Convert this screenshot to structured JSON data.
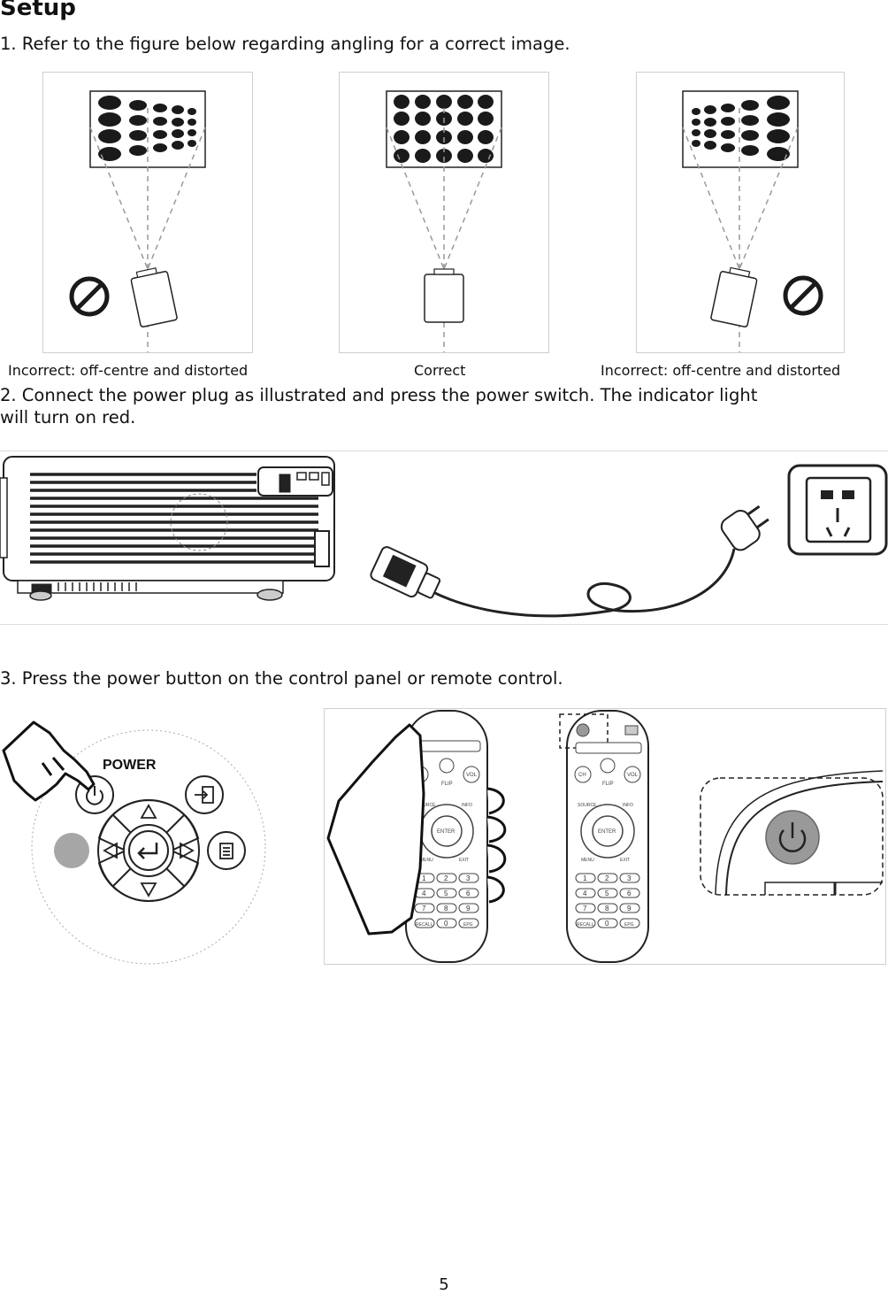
{
  "page": {
    "title": "Setup",
    "step1": "1. Refer to the figure below regarding angling for a correct image.",
    "step2_line1": "2. Connect the power plug as illustrated and press the power switch. The indicator light",
    "step2_line2": "will turn on red.",
    "step3": "3. Press the power button on the control panel or remote control.",
    "page_number": "5"
  },
  "figure1": {
    "captions": [
      "Incorrect: off-centre and distorted",
      "Correct",
      "Incorrect: off-centre and distorted"
    ]
  },
  "figure3": {
    "power_label": "POWER",
    "remote_labels": {
      "ch": "CH",
      "vol": "VOL",
      "flip": "FLIP",
      "source": "SOURCE",
      "info": "INFO",
      "enter": "ENTER",
      "menu": "MENU",
      "exit": "EXIT",
      "recall": "RECALL",
      "epg": "EPG",
      "digits": [
        "1",
        "2",
        "3",
        "4",
        "5",
        "6",
        "7",
        "8",
        "9",
        "0"
      ]
    }
  },
  "icons": [
    "prohibited-icon",
    "power-icon",
    "hand-pointer-icon",
    "input-icon",
    "menu-icon",
    "enter-icon"
  ]
}
